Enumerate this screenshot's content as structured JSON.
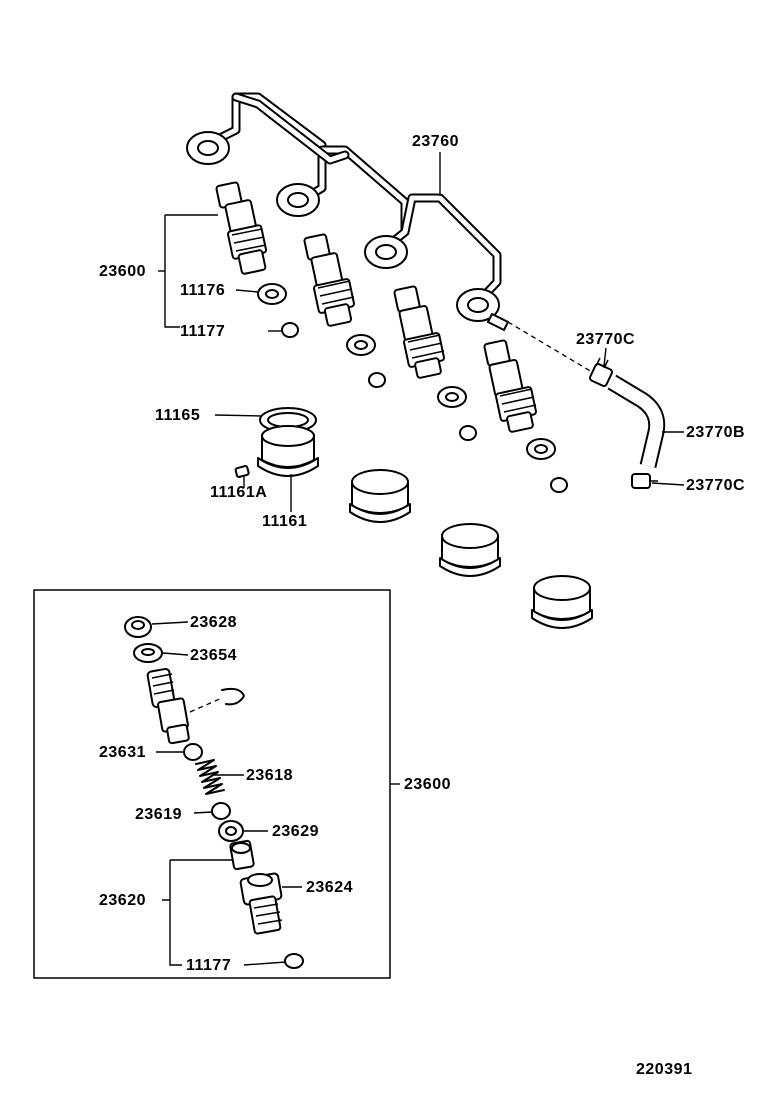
{
  "callouts": {
    "pipe_set": "23760",
    "nozzle_holder_assy_upper": "23600",
    "gasket_11176": "11176",
    "seal_11177_upper": "11177",
    "clip_23770c_upper": "23770C",
    "hose_23770b": "23770B",
    "clip_23770c_lower": "23770C",
    "seal_11165": "11165",
    "pin_11161a": "11161A",
    "plug_11161": "11161",
    "nut_23628": "23628",
    "washer_23654": "23654",
    "seat_23631": "23631",
    "spring_23618": "23618",
    "seat_23619": "23619",
    "pin_23629": "23629",
    "nozzle_holder_assy_inset": "23600",
    "nozzle_set_23620": "23620",
    "retaining_nut_23624": "23624",
    "seal_11177_inset": "11177"
  },
  "drawing_number": "220391"
}
